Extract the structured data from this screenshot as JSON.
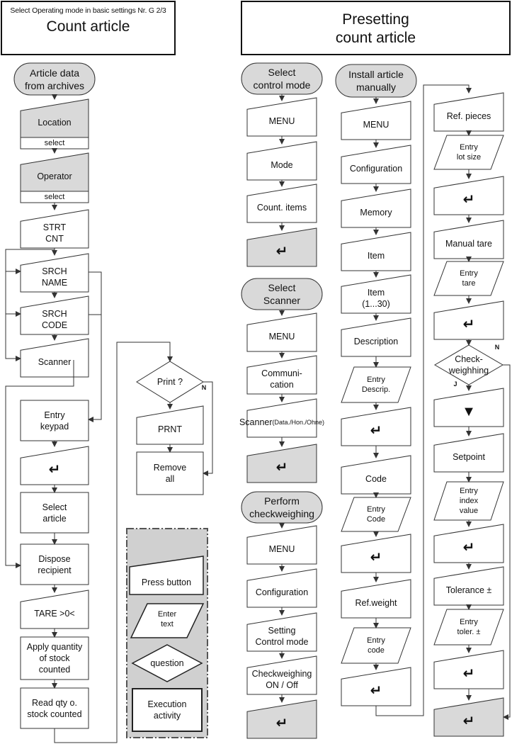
{
  "left_header": {
    "subtitle": "Select Operating mode in basic settings Nr. G 2/3",
    "title": "Count article"
  },
  "right_header": {
    "title_line1": "Presetting",
    "title_line2": "count article"
  },
  "col1": {
    "start": "Article data\nfrom archives",
    "location": "Location",
    "location_select": "select",
    "operator": "Operator",
    "operator_select": "select",
    "strt_cnt": "STRT\nCNT",
    "srch_name": "SRCH\nNAME",
    "srch_code": "SRCH\nCODE",
    "scanner": "Scanner",
    "entry_keypad": "Entry\nkeypad",
    "enter1": "↵",
    "select_article": "Select\narticle",
    "dispose_recipient": "Dispose\nrecipient",
    "tare": "TARE >0<",
    "apply_quantity": "Apply quantity\nof stock\ncounted",
    "read_qty": "Read qty o.\nstock counted"
  },
  "col2": {
    "print_question": "Print ?",
    "print_no": "N",
    "prnt": "PRNT",
    "remove_all": "Remove\nall"
  },
  "legend": {
    "press_button": "Press button",
    "enter_text": "Enter\ntext",
    "question": "question",
    "execution_activity": "Execution\nactivity"
  },
  "col3": {
    "select_control_mode": "Select\ncontrol mode",
    "menu1": "MENU",
    "mode": "Mode",
    "count_items": "Count. items",
    "enter_a": "↵",
    "select_scanner": "Select\nScanner",
    "menu2": "MENU",
    "communication": "Communi-\ncation",
    "scanner_title": "Scanner",
    "scanner_sub": "(Data./Hon./Ohne)",
    "enter_b": "↵",
    "perform_checkweighing": "Perform\ncheckweighing",
    "menu3": "MENU",
    "configuration": "Configuration",
    "setting_control_mode": "Setting\nControl mode",
    "checkweighing_on_off": "Checkweighing\nON / Off",
    "enter_c": "↵"
  },
  "col4": {
    "install_article": "Install article\nmanually",
    "menu": "MENU",
    "configuration": "Configuration",
    "memory": "Memory",
    "item": "Item",
    "item_range": "Item\n(1...30)",
    "description": "Description",
    "entry_descrip": "Entry\nDescrip.",
    "enter1": "↵",
    "code": "Code",
    "entry_code1": "Entry\nCode",
    "enter2": "↵",
    "ref_weight": "Ref.weight",
    "entry_code2": "Entry\ncode",
    "enter3": "↵"
  },
  "col5": {
    "ref_pieces": "Ref. pieces",
    "entry_lot_size": "Entry\nlot size",
    "enter1": "↵",
    "manual_tare": "Manual tare",
    "entry_tare": "Entry\ntare",
    "enter2": "↵",
    "checkweighing": "Check-\nweighhing",
    "check_no": "N",
    "check_yes": "J",
    "down_arrow": "▼",
    "setpoint": "Setpoint",
    "entry_index_value": "Entry\nindex\nvalue",
    "enter3": "↵",
    "tolerance": "Tolerance ±",
    "entry_toler": "Entry\ntoler. ±",
    "enter4": "↵",
    "enter5": "↵"
  }
}
